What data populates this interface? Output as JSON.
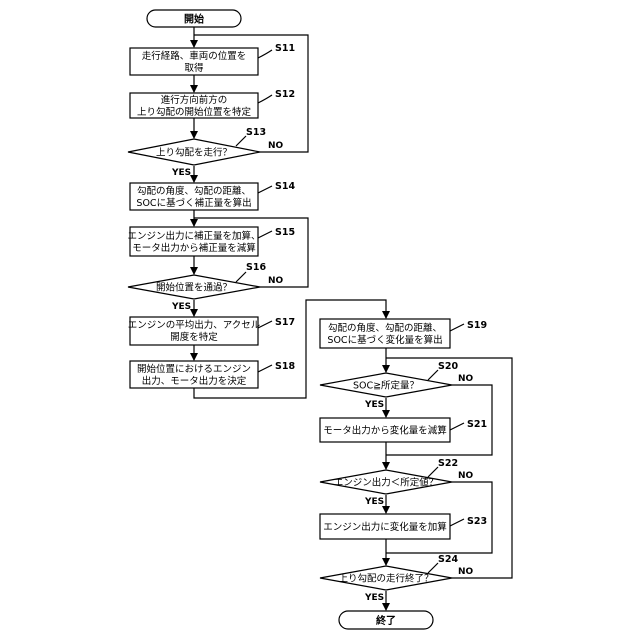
{
  "start": {
    "label": "開始"
  },
  "end": {
    "label": "終了"
  },
  "steps": [
    {
      "id": "S11",
      "lines": [
        "走行経路、車両の位置を",
        "取得"
      ]
    },
    {
      "id": "S12",
      "lines": [
        "進行方向前方の",
        "上り勾配の開始位置を特定"
      ]
    },
    {
      "id": "S13",
      "lines": [
        "上り勾配を走行？"
      ]
    },
    {
      "id": "S14",
      "lines": [
        "勾配の角度、勾配の距離、",
        "SOCに基づく補正量を算出"
      ]
    },
    {
      "id": "S15",
      "lines": [
        "エンジン出力に補正量を加算、",
        "モータ出力から補正量を減算"
      ]
    },
    {
      "id": "S16",
      "lines": [
        "開始位置を通過？"
      ]
    },
    {
      "id": "S17",
      "lines": [
        "エンジンの平均出力、アクセル",
        "開度を特定"
      ]
    },
    {
      "id": "S18",
      "lines": [
        "開始位置におけるエンジン",
        "出力、モータ出力を決定"
      ]
    },
    {
      "id": "S19",
      "lines": [
        "勾配の角度、勾配の距離、",
        "SOCに基づく変化量を算出"
      ]
    },
    {
      "id": "S20",
      "lines": [
        "SOC≧所定量？"
      ]
    },
    {
      "id": "S21",
      "lines": [
        "モータ出力から変化量を減算"
      ]
    },
    {
      "id": "S22",
      "lines": [
        "エンジン出力＜所定値？"
      ]
    },
    {
      "id": "S23",
      "lines": [
        "エンジン出力に変化量を加算"
      ]
    },
    {
      "id": "S24",
      "lines": [
        "上り勾配の走行終了？"
      ]
    }
  ],
  "branch": {
    "yes": "YES",
    "no": "NO"
  }
}
